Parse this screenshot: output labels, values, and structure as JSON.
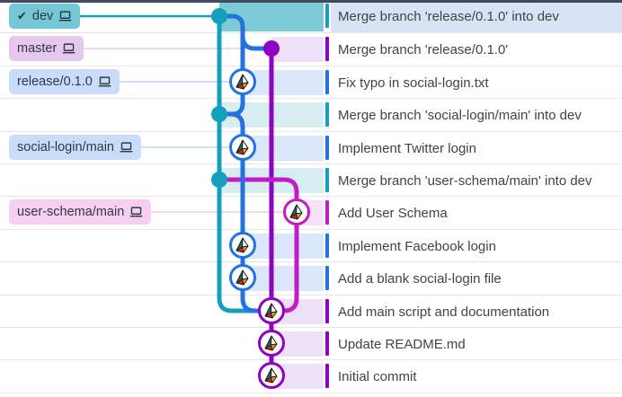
{
  "colors": {
    "teal": "#14a0ba",
    "blue": "#2173e3",
    "purple": "#8d02c5",
    "magenta": "#c21cc4",
    "teal_light": "#d8edf2",
    "blue_light": "#dbe7fa",
    "purple_light": "#eee0f7",
    "magenta_light": "#f8e1f6",
    "teal_strong": "#7ccad5",
    "label_dev": "#74c7d4",
    "label_master": "#e6c8ef",
    "label_blue": "#c9dcfb",
    "label_magenta": "#f6cef1",
    "selected_bg": "#d9e3f6",
    "top_border": "#424b5e",
    "separator": "#e8e8ec",
    "text": "#3f4449",
    "connector_blue": "#bcd6f7",
    "connector_purple_light": "#ebc9f0",
    "connector_magenta_light": "#f3c8ef"
  },
  "branches": [
    {
      "name": "dev",
      "check": "✔",
      "color": "teal",
      "checked_out": true
    },
    {
      "name": "master",
      "color": "purple"
    },
    {
      "name": "release/0.1.0",
      "color": "blue"
    },
    {
      "name": "social-login/main",
      "color": "blue"
    },
    {
      "name": "user-schema/main",
      "color": "magenta"
    }
  ],
  "rows": [
    {
      "message": "Merge branch 'release/0.1.0' into dev",
      "color": "teal",
      "selected": true
    },
    {
      "message": "Merge branch 'release/0.1.0'",
      "color": "purple"
    },
    {
      "message": "Fix typo in social-login.txt",
      "color": "blue"
    },
    {
      "message": "Merge branch 'social-login/main' into dev",
      "color": "teal"
    },
    {
      "message": "Implement Twitter login",
      "color": "blue"
    },
    {
      "message": "Merge branch 'user-schema/main' into dev",
      "color": "teal"
    },
    {
      "message": "Add User Schema",
      "color": "magenta"
    },
    {
      "message": "Implement Facebook login",
      "color": "blue"
    },
    {
      "message": "Add a blank social-login file",
      "color": "blue"
    },
    {
      "message": "Add main script and documentation",
      "color": "purple"
    },
    {
      "message": "Update README.md",
      "color": "purple"
    },
    {
      "message": "Initial commit",
      "color": "purple"
    }
  ]
}
